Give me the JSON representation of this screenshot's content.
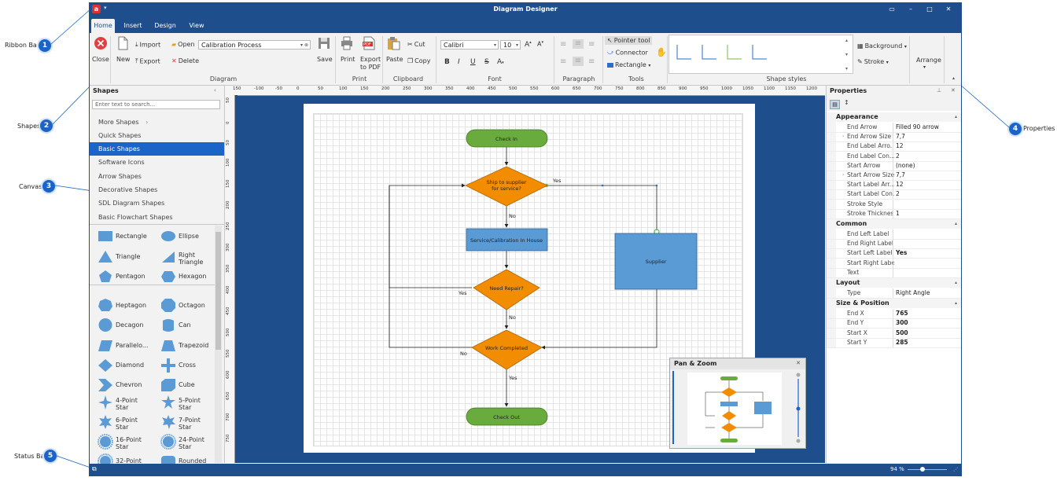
{
  "callouts": [
    {
      "num": "1",
      "label": "Ribbon Bar"
    },
    {
      "num": "2",
      "label": "Shapes"
    },
    {
      "num": "3",
      "label": "Canvas"
    },
    {
      "num": "4",
      "label": "Properties"
    },
    {
      "num": "5",
      "label": "Status Bar"
    }
  ],
  "window": {
    "title": "Diagram Designer",
    "logo": "a"
  },
  "tabs": [
    "Home",
    "Insert",
    "Design",
    "View"
  ],
  "ribbon": {
    "close": "Close",
    "new": "New",
    "import": "Import",
    "export": "Export",
    "open": "Open",
    "document_name": "Calibration Process",
    "delete": "Delete",
    "save": "Save",
    "print": "Print",
    "export_pdf_1": "Export",
    "export_pdf_2": "to PDF",
    "paste": "Paste",
    "cut": "Cut",
    "copy": "Copy",
    "font_name": "Calibri",
    "font_size": "10",
    "pointer_tool": "Pointer tool",
    "connector": "Connector",
    "rectangle": "Rectangle",
    "background": "Background",
    "stroke": "Stroke",
    "arrange": "Arrange",
    "groups": {
      "diagram": "Diagram",
      "print": "Print",
      "clipboard": "Clipboard",
      "font": "Font",
      "paragraph": "Paragraph",
      "tools": "Tools",
      "shape_styles": "Shape styles"
    }
  },
  "shapes_panel": {
    "title": "Shapes",
    "search_placeholder": "Enter text to search...",
    "categories": [
      "More Shapes",
      "Quick Shapes",
      "Basic Shapes",
      "Software Icons",
      "Arrow Shapes",
      "Decorative Shapes",
      "SDL Diagram Shapes",
      "Basic Flowchart Shapes"
    ],
    "selected_category": "Basic Shapes",
    "items": [
      {
        "l1": "Rectangle",
        "l2": ""
      },
      {
        "l1": "Ellipse",
        "l2": ""
      },
      {
        "l1": "Triangle",
        "l2": ""
      },
      {
        "l1": "Right",
        "l2": "Triangle"
      },
      {
        "l1": "Pentagon",
        "l2": ""
      },
      {
        "l1": "Hexagon",
        "l2": ""
      },
      {
        "l1": "Heptagon",
        "l2": ""
      },
      {
        "l1": "Octagon",
        "l2": ""
      },
      {
        "l1": "Decagon",
        "l2": ""
      },
      {
        "l1": "Can",
        "l2": ""
      },
      {
        "l1": "Parallelo...",
        "l2": ""
      },
      {
        "l1": "Trapezoid",
        "l2": ""
      },
      {
        "l1": "Diamond",
        "l2": ""
      },
      {
        "l1": "Cross",
        "l2": ""
      },
      {
        "l1": "Chevron",
        "l2": ""
      },
      {
        "l1": "Cube",
        "l2": ""
      },
      {
        "l1": "4-Point",
        "l2": "Star"
      },
      {
        "l1": "5-Point",
        "l2": "Star"
      },
      {
        "l1": "6-Point",
        "l2": "Star"
      },
      {
        "l1": "7-Point",
        "l2": "Star"
      },
      {
        "l1": "16-Point",
        "l2": "Star"
      },
      {
        "l1": "24-Point",
        "l2": "Star"
      },
      {
        "l1": "32-Point",
        "l2": ""
      },
      {
        "l1": "Rounded",
        "l2": ""
      }
    ]
  },
  "ruler": {
    "h": [
      "150",
      "-100",
      "-50",
      "0",
      "50",
      "100",
      "150",
      "200",
      "250",
      "300",
      "350",
      "400",
      "450",
      "500",
      "550",
      "600",
      "650",
      "700",
      "750",
      "800",
      "850",
      "900",
      "950",
      "1000",
      "1050",
      "1100",
      "1150",
      "1200"
    ],
    "v": [
      "50",
      "0",
      "50",
      "100",
      "150",
      "200",
      "250",
      "300",
      "350",
      "400",
      "450",
      "500",
      "550",
      "600",
      "650",
      "700",
      "750"
    ]
  },
  "diagram": {
    "check_in": "Check In",
    "ship_1": "Ship to supplier",
    "ship_2": "for service?",
    "service": "Service/Calibration In House",
    "supplier": "Supplier",
    "need_repair": "Need Repair?",
    "work_completed": "Work Completed",
    "check_out": "Check Out",
    "yes": "Yes",
    "no": "No",
    "colors": {
      "terminal": "#6aab3d",
      "decision": "#f28c00",
      "process": "#5b9bd5"
    }
  },
  "panzoom": {
    "title": "Pan & Zoom"
  },
  "properties": {
    "title": "Properties",
    "sections": [
      {
        "name": "Appearance",
        "rows": [
          {
            "n": "End Arrow",
            "v": "Filled 90 arrow",
            "exp": false
          },
          {
            "n": "End Arrow Size",
            "v": "7,7",
            "exp": true
          },
          {
            "n": "End Label Arro...",
            "v": "12",
            "exp": false
          },
          {
            "n": "End Label Con...",
            "v": "2",
            "exp": false
          },
          {
            "n": "Start Arrow",
            "v": "(none)",
            "exp": false
          },
          {
            "n": "Start Arrow Size",
            "v": "7,7",
            "exp": true
          },
          {
            "n": "Start Label Arr...",
            "v": "12",
            "exp": false
          },
          {
            "n": "Start Label Con...",
            "v": "2",
            "exp": false
          },
          {
            "n": "Stroke Style",
            "v": "",
            "exp": false
          },
          {
            "n": "Stroke Thickness",
            "v": "1",
            "exp": false
          }
        ]
      },
      {
        "name": "Common",
        "rows": [
          {
            "n": "End Left Label",
            "v": "",
            "exp": false
          },
          {
            "n": "End Right Label",
            "v": "",
            "exp": false
          },
          {
            "n": "Start Left Label",
            "v": "Yes",
            "exp": false,
            "bold": true
          },
          {
            "n": "Start Right Label",
            "v": "",
            "exp": false
          },
          {
            "n": "Text",
            "v": "",
            "exp": false
          }
        ]
      },
      {
        "name": "Layout",
        "rows": [
          {
            "n": "Type",
            "v": "Right Angle",
            "exp": false
          }
        ]
      },
      {
        "name": "Size & Position",
        "rows": [
          {
            "n": "End X",
            "v": "765",
            "exp": false,
            "bold": true
          },
          {
            "n": "End Y",
            "v": "300",
            "exp": false,
            "bold": true
          },
          {
            "n": "Start X",
            "v": "500",
            "exp": false,
            "bold": true
          },
          {
            "n": "Start Y",
            "v": "285",
            "exp": false,
            "bold": true
          }
        ]
      }
    ]
  },
  "status": {
    "zoom": "94 %"
  }
}
